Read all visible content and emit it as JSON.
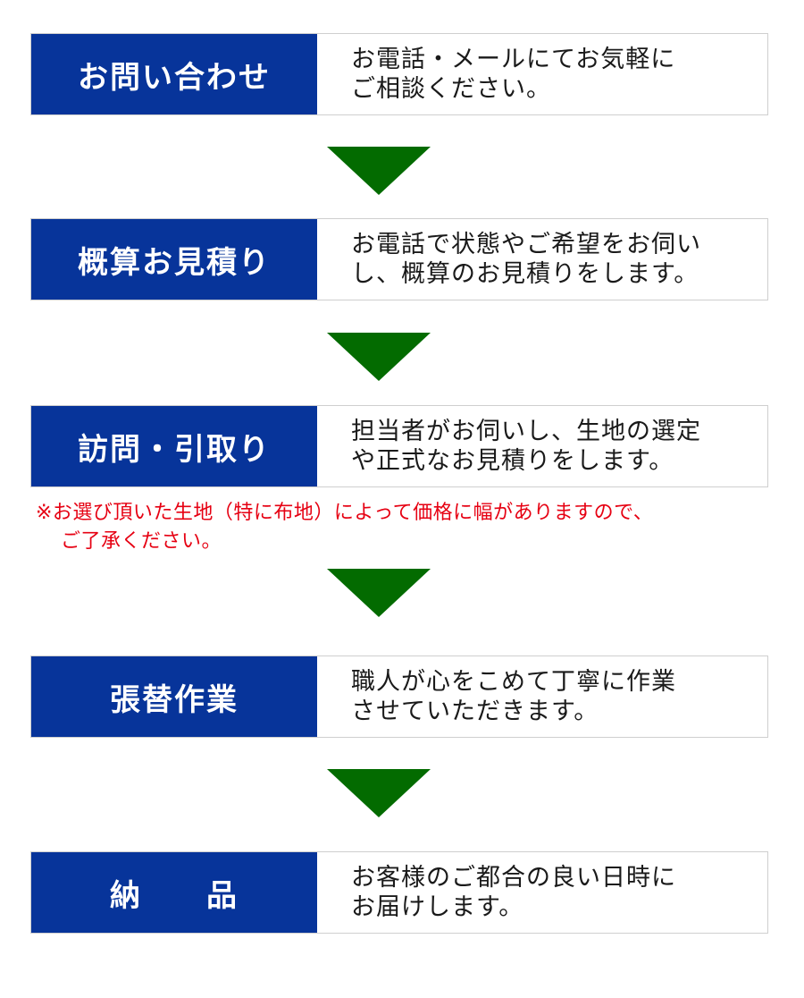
{
  "colors": {
    "label_bg": "#07349a",
    "label_text": "#ffffff",
    "arrow": "#036b00",
    "note_text": "#e60012",
    "border": "#cfcfcf"
  },
  "steps": [
    {
      "label": "お問い合わせ",
      "desc": [
        "お電話・メールにてお気軽に",
        "ご相談ください。"
      ]
    },
    {
      "label": "概算お見積り",
      "desc": [
        "お電話で状態やご希望をお伺い",
        "し、概算のお見積りをします。"
      ]
    },
    {
      "label": "訪問・引取り",
      "desc": [
        "担当者がお伺いし、生地の選定",
        "や正式なお見積りをします。"
      ]
    },
    {
      "label": "張替作業",
      "desc": [
        "職人が心をこめて丁寧に作業",
        "させていただきます。"
      ]
    },
    {
      "label": "納　　品",
      "desc": [
        "お客様のご都合の良い日時に",
        "お届けします。"
      ]
    }
  ],
  "note": {
    "line1": "※お選び頂いた生地（特に布地）によって価格に幅がありますので、",
    "line2": "ご了承ください。"
  },
  "arrow_icon": "down-triangle-icon"
}
